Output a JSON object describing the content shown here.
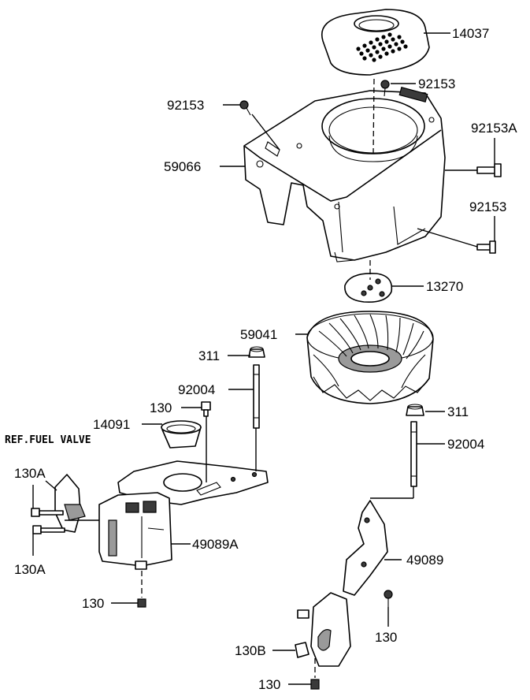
{
  "labels": {
    "l14037": "14037",
    "l92153_top": "92153",
    "l92153_left": "92153",
    "l92153A": "92153A",
    "l59066": "59066",
    "l92153_right": "92153",
    "l13270": "13270",
    "l59041": "59041",
    "l311_left": "311",
    "l92004_left": "92004",
    "l130_mid": "130",
    "l14091": "14091",
    "l311_right": "311",
    "l92004_right": "92004",
    "ref_fuel_valve": "REF.FUEL VALVE",
    "l130A_top": "130A",
    "l130A_bottom": "130A",
    "l49089A": "49089A",
    "l49089": "49089",
    "l130_left": "130",
    "l130_right": "130",
    "l130B": "130B",
    "l130_bottom": "130"
  }
}
